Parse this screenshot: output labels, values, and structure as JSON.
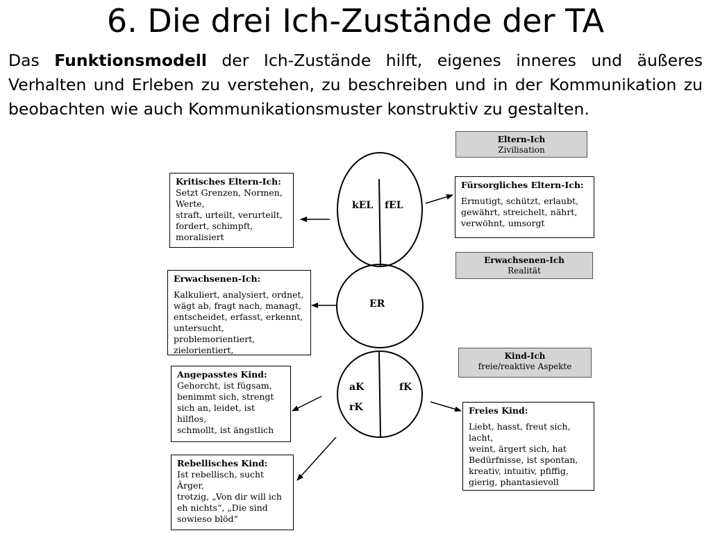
{
  "title": "6. Die drei Ich-Zustände der TA",
  "intro": {
    "before": "Das ",
    "bold": "Funktionsmodell",
    "after": " der Ich-Zustände hilft, eigenes inneres und äußeres Verhalten und Erleben zu verstehen, zu beschreiben und in der Kommunikation zu beobachten wie auch Kommunikationsmuster konstruktiv zu gestalten."
  },
  "labels": {
    "eltern": {
      "title": "Eltern-Ich",
      "sub": "Zivilisation"
    },
    "erwachsenen": {
      "title": "Erwachsenen-Ich",
      "sub": "Realität"
    },
    "kind": {
      "title": "Kind-Ich",
      "sub": "freie/reaktive Aspekte"
    }
  },
  "circles": {
    "kel": "kEL",
    "fel": "fEL",
    "er": "ER",
    "ak": "aK",
    "rk": "rK",
    "fk": "fK"
  },
  "boxes": {
    "kritisch": {
      "head": "Kritisches Eltern-Ich:",
      "body": "Setzt Grenzen, Normen,\nWerte,\nstraft, urteilt, verurteilt,\nfordert, schimpft,\nmoralisiert"
    },
    "fuersorglich": {
      "head": "Fürsorgliches Eltern-Ich:",
      "body": "Ermutigt, schützt, erlaubt,\ngewährt, streichelt, nährt,\nverwöhnt, umsorgt"
    },
    "erwachsen": {
      "head": "Erwachsenen-Ich:",
      "body": "Kalkuliert, analysiert, ordnet,\nwägt ab, fragt nach, managt,\nentscheidet, erfasst, erkennt,\nuntersucht, problemorientiert,\nzielorientiert,"
    },
    "angepasst": {
      "head": "Angepasstes Kind:",
      "body": "Gehorcht, ist fügsam,\nbenimmt sich, strengt\nsich an, leidet, ist hilflos,\nschmollt, ist ängstlich"
    },
    "rebellisch": {
      "head": "Rebellisches Kind:",
      "body": "Ist rebellisch, sucht Ärger,\ntrotzig, „Von dir will ich\neh nichts“, „Die sind\nsowieso blöd“"
    },
    "frei": {
      "head": "Freies Kind:",
      "body": "Liebt, hasst, freut sich, lacht,\nweint, ärgert sich, hat\nBedürfnisse, ist spontan,\nkreativ, intuitiv, pfiffig,\ngierig, phantasievoll"
    }
  }
}
